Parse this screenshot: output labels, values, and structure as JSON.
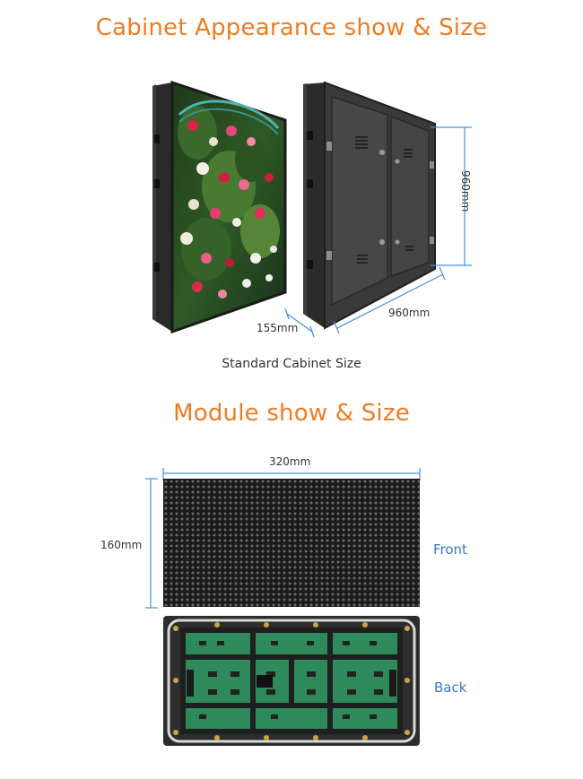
{
  "cabinet": {
    "heading": "Cabinet Appearance show & Size",
    "height_label": "960mm",
    "width_label": "960mm",
    "depth_label": "155mm",
    "caption": "Standard Cabinet Size"
  },
  "module": {
    "heading": "Module show & Size",
    "width_label": "320mm",
    "height_label": "160mm",
    "front_label": "Front",
    "back_label": "Back"
  },
  "colors": {
    "heading": "#f07c22",
    "side_label": "#3a78c8",
    "dimension_line": "#4a90d9"
  }
}
